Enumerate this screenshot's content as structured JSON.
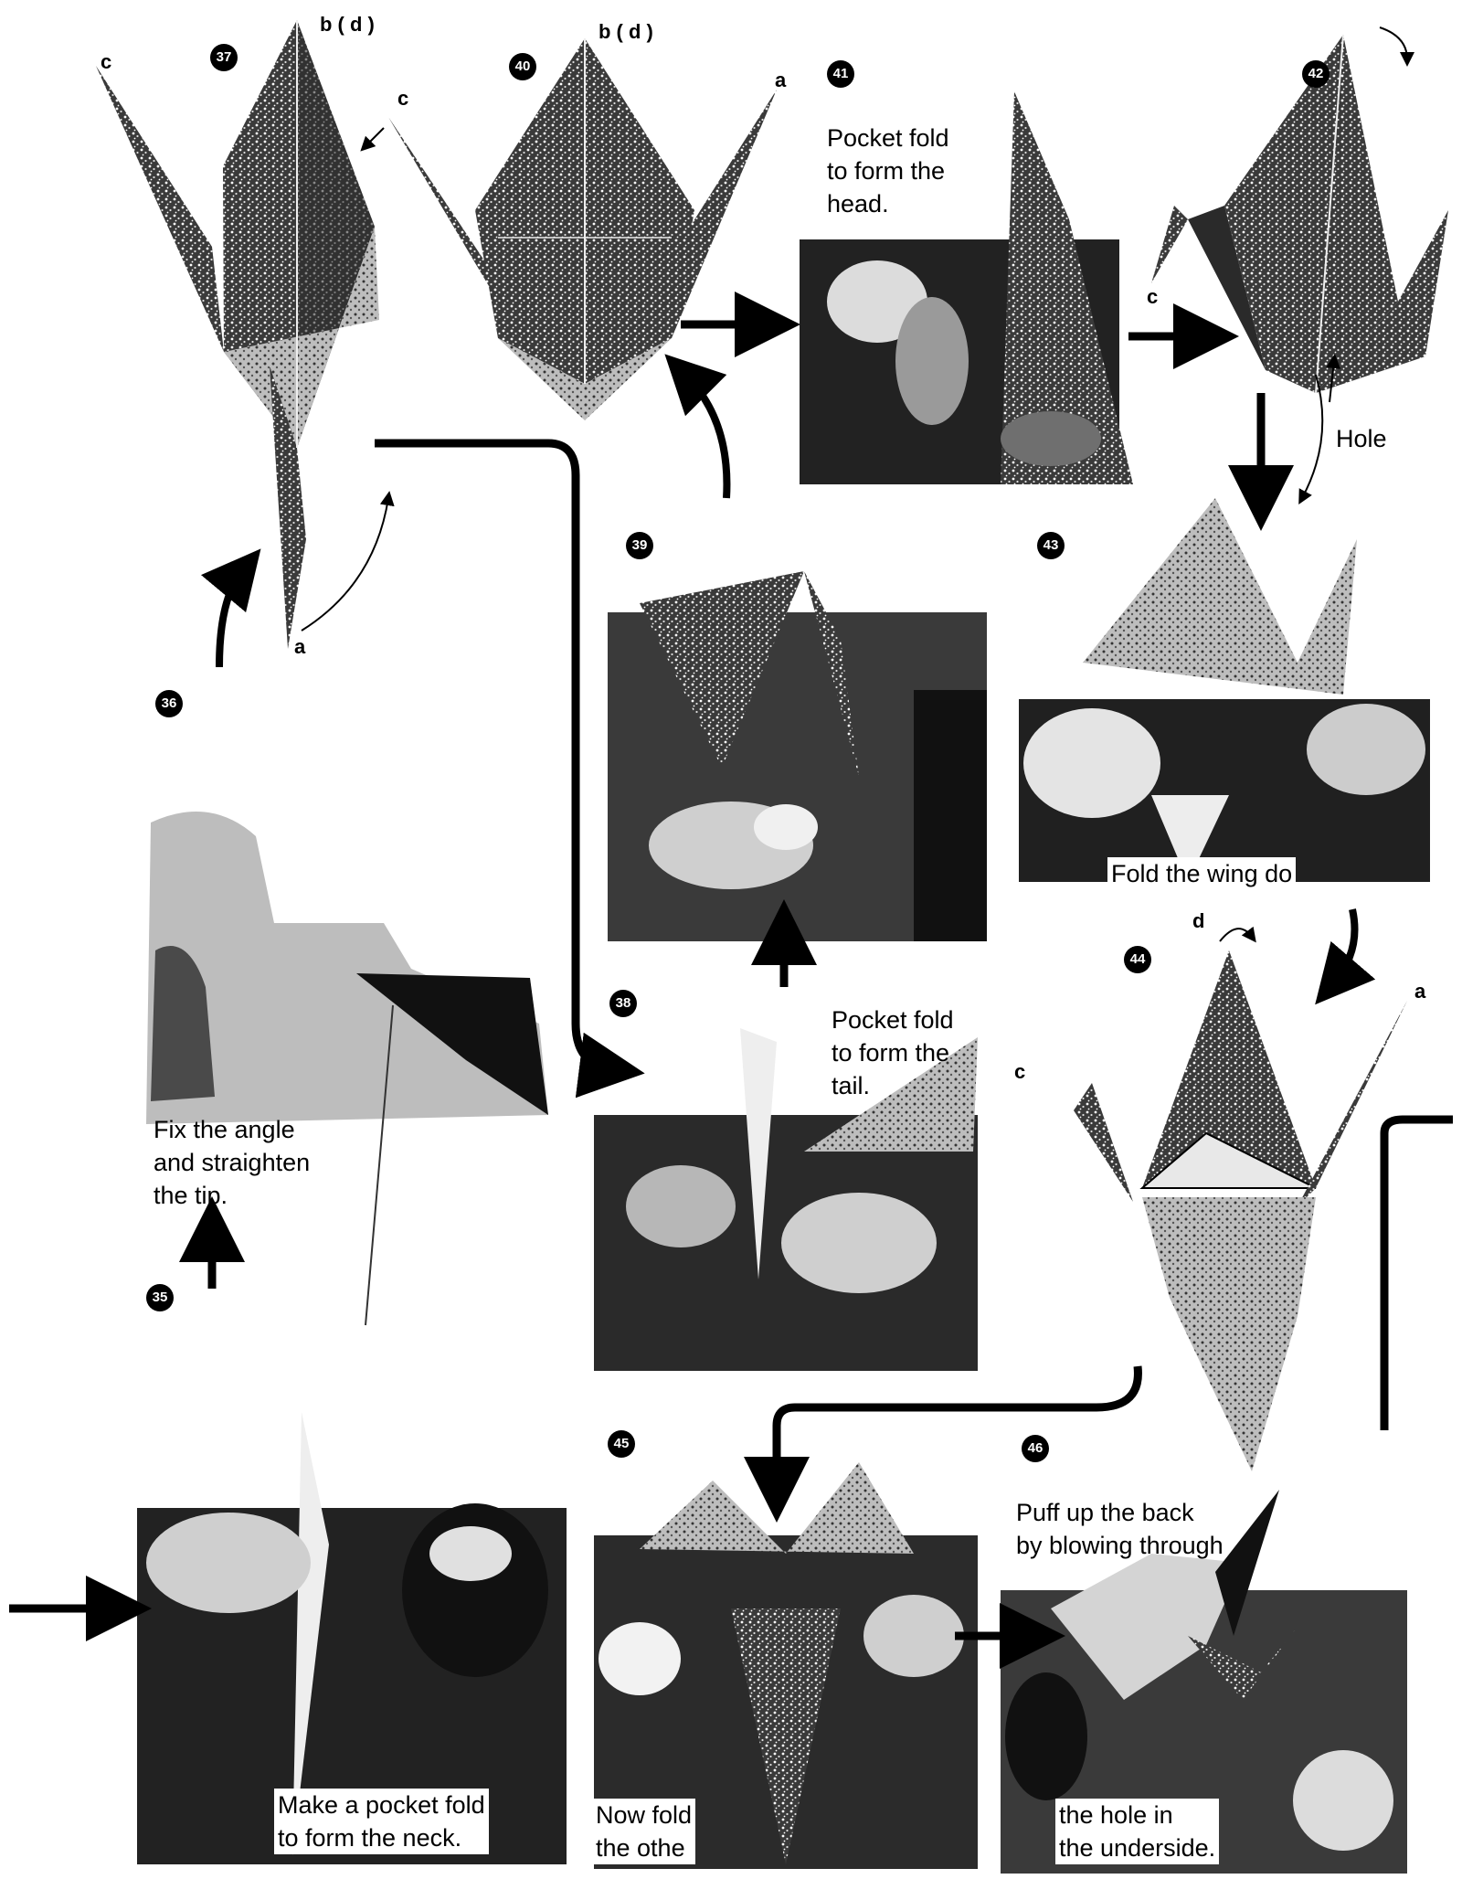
{
  "steps": {
    "s35": "35",
    "s36": "36",
    "s37": "37",
    "s38": "38",
    "s39": "39",
    "s40": "40",
    "s41": "41",
    "s42": "42",
    "s43": "43",
    "s44": "44",
    "s45": "45",
    "s46": "46"
  },
  "points": {
    "bd": "b ( d )",
    "a": "a",
    "c": "c",
    "d": "d"
  },
  "captions": {
    "head": "Pocket fold\nto form the\nhead.",
    "hole": "Hole",
    "fix": "Fix the angle\nand straighten\nthe tip.",
    "wing": "Fold the wing do",
    "tail": "Pocket fold\nto form the\ntail.",
    "puff": "Puff up the back\nby blowing through",
    "hole_in": "the hole in\nthe underside.",
    "neck": "Make a pocket fold\nto form the neck.",
    "other": "Now fold\nthe othe"
  },
  "colors": {
    "ink": "#000000",
    "paper": "#ffffff",
    "photo_dark": "#1a1a1a",
    "photo_mid": "#5a5a5a",
    "photo_light": "#d8d8d8"
  }
}
